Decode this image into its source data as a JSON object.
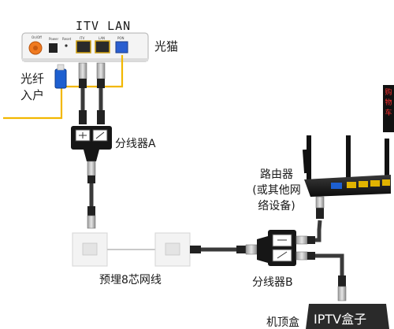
{
  "labels": {
    "itv_lan": "ITV LAN",
    "modem": "光猫",
    "fiber_line1": "光纤",
    "fiber_line2": "入户",
    "splitter_a": "分线器A",
    "router_line1": "路由器",
    "router_line2": "(或其他网",
    "router_line3": "络设备)",
    "cable": "预埋8芯网线",
    "splitter_b": "分线器B",
    "stb": "机顶盒",
    "iptv_box": "IPTV盒子"
  },
  "modem_panel": {
    "on_off": "On/Off",
    "power": "Power",
    "reset": "Reset",
    "itv": "ITV",
    "lan": "LAN",
    "pon": "PON"
  },
  "side_ad": [
    "购",
    "物",
    "车"
  ],
  "colors": {
    "fiber": "#f2b700",
    "fiber_connector": "#1d5fd0",
    "power_knob": "#f07a20",
    "cable": "#3a3a3a",
    "splitter": "#161616",
    "router": "#1b1b1b"
  }
}
